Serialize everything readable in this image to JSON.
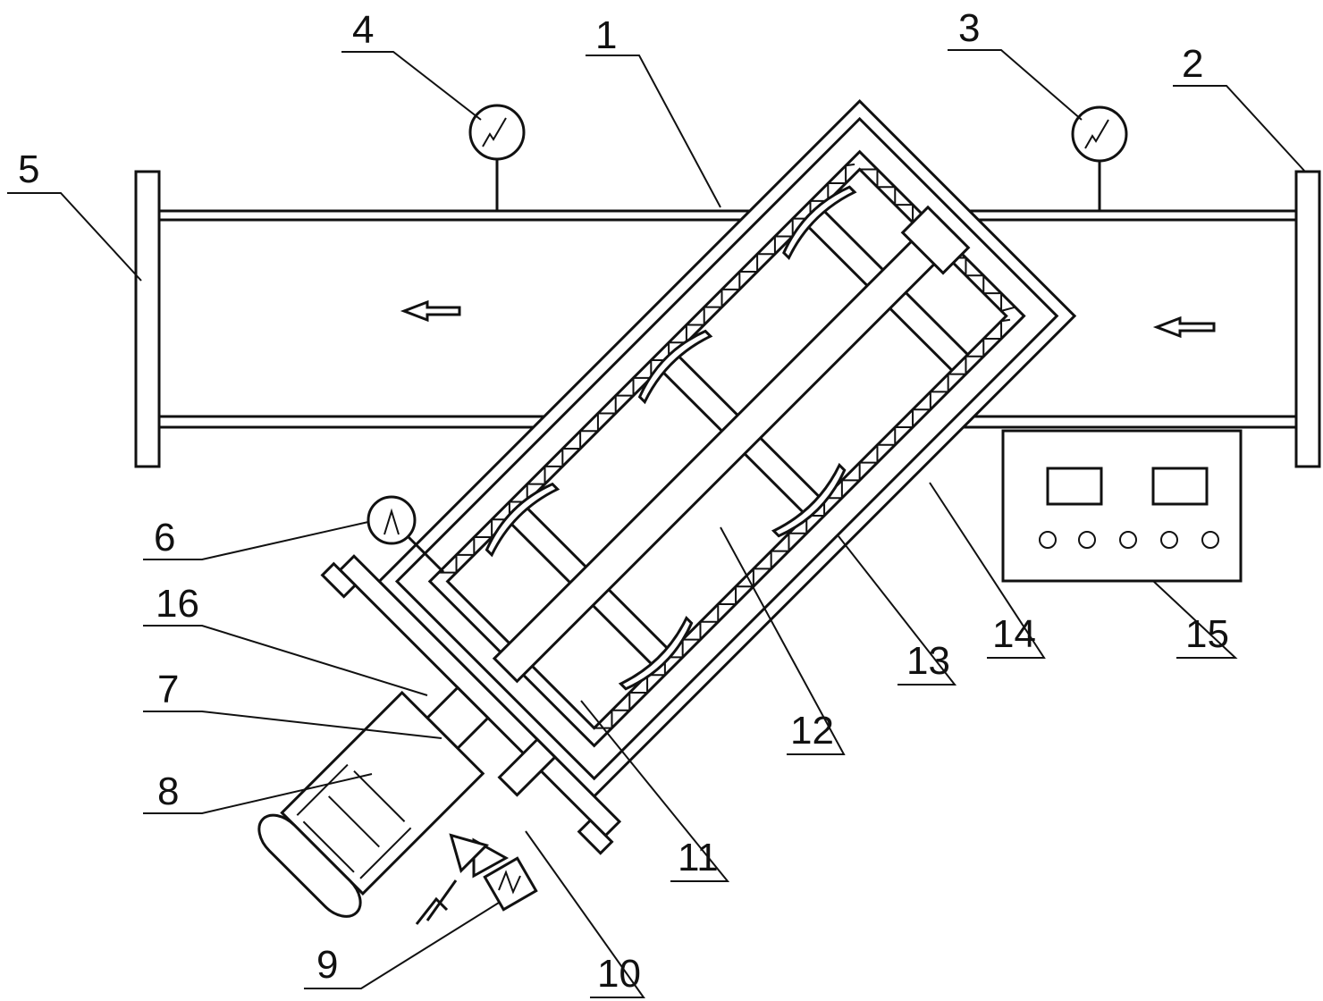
{
  "labels": {
    "l1": "1",
    "l2": "2",
    "l3": "3",
    "l4": "4",
    "l5": "5",
    "l6": "6",
    "l7": "7",
    "l8": "8",
    "l9": "9",
    "l10": "10",
    "l11": "11",
    "l12": "12",
    "l13": "13",
    "l14": "14",
    "l15": "15",
    "l16": "16"
  },
  "colors": {
    "line": "#111111",
    "background": "#ffffff"
  },
  "icons": [
    "pressure-gauge-icon",
    "flow-arrow-icon",
    "motor-icon",
    "valve-icon",
    "heater-icon",
    "control-panel-icon"
  ]
}
